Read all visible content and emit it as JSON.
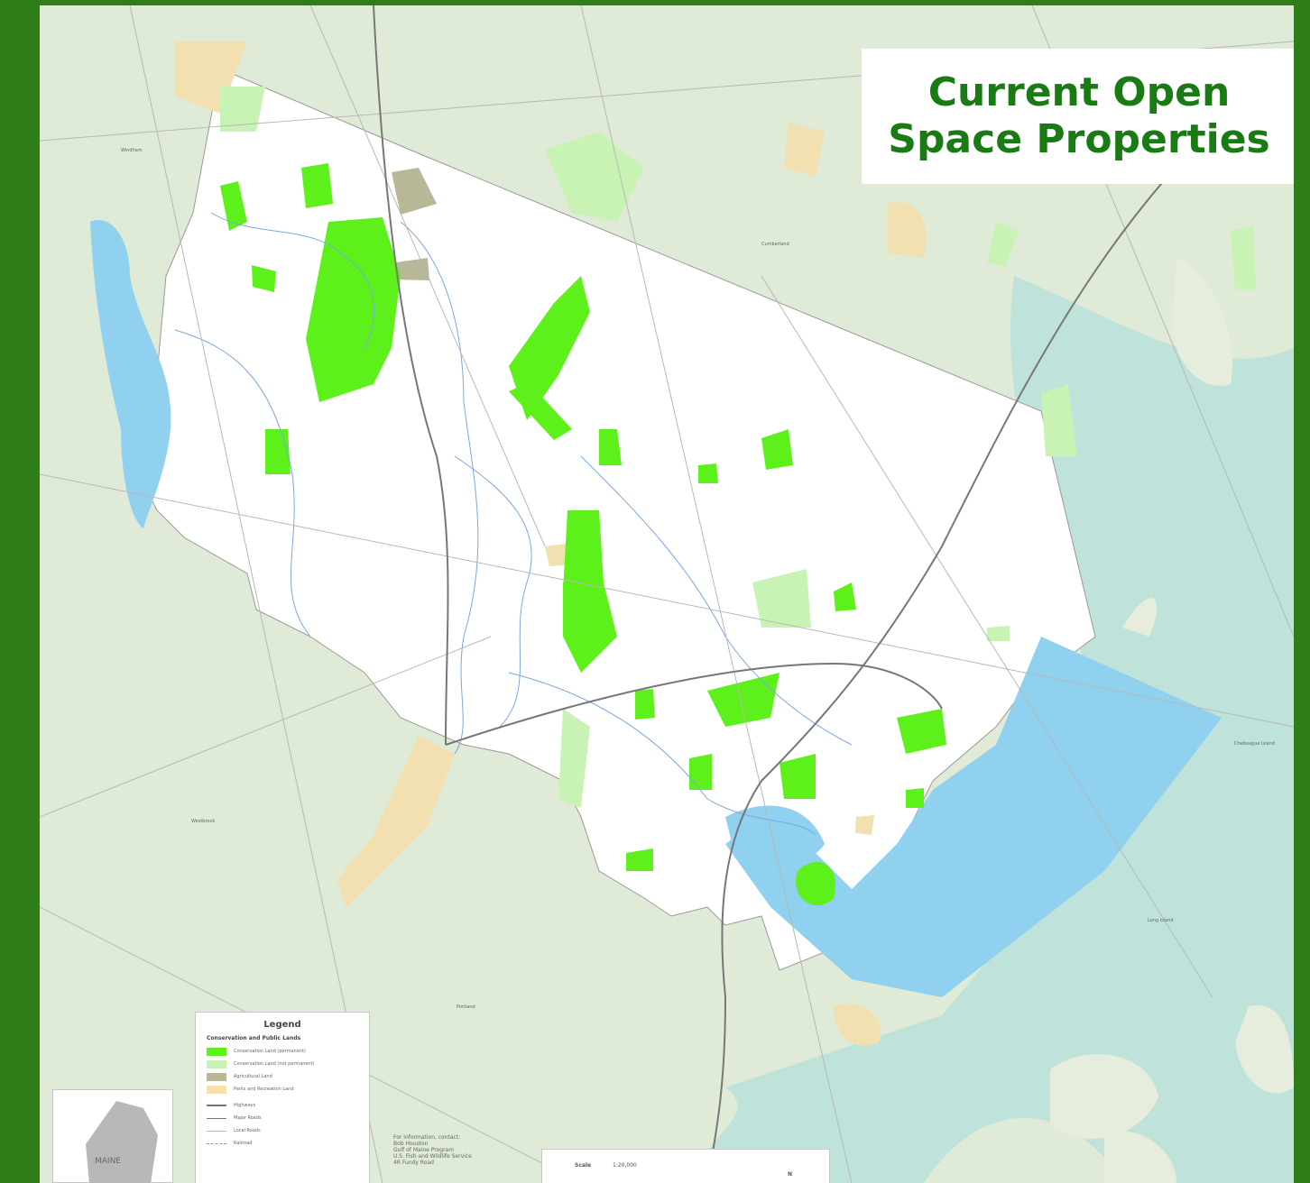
{
  "title": {
    "line1": "Current Open",
    "line2": "Space Properties"
  },
  "legend": {
    "title": "Legend",
    "subtitle": "Conservation and Public Lands",
    "items": [
      {
        "label": "Conservation Land (permanent)",
        "color": "#5ef01a"
      },
      {
        "label": "Conservation Land (not permanent)",
        "color": "#c9f3b4"
      },
      {
        "label": "Agricultural Land",
        "color": "#b8b898"
      },
      {
        "label": "Parks and Recreation Land",
        "color": "#f7e0a8"
      }
    ],
    "lines": [
      "Highways",
      "Major Roads",
      "Local Roads",
      "Railroad"
    ]
  },
  "inset": {
    "label": "MAINE"
  },
  "info": {
    "lines": [
      "For information, contact:",
      "Bob Houston",
      "Gulf of Maine Program",
      "U.S. Fish and Wildlife Service",
      "4R Fundy Road"
    ]
  },
  "scale": {
    "label": "Scale",
    "value": "1:20,000",
    "north": "N"
  },
  "place_labels": {
    "windham": "Windham",
    "cumberland": "Cumberland",
    "westbrook": "Westbrook",
    "portland": "Portland",
    "long_island": "Long Island",
    "chebeague": "Chebeague Island"
  },
  "colors": {
    "border": "#2e7d18",
    "water": "#8fd1ee",
    "title_text": "#1a7a14",
    "conservation": "#5ef01a"
  }
}
